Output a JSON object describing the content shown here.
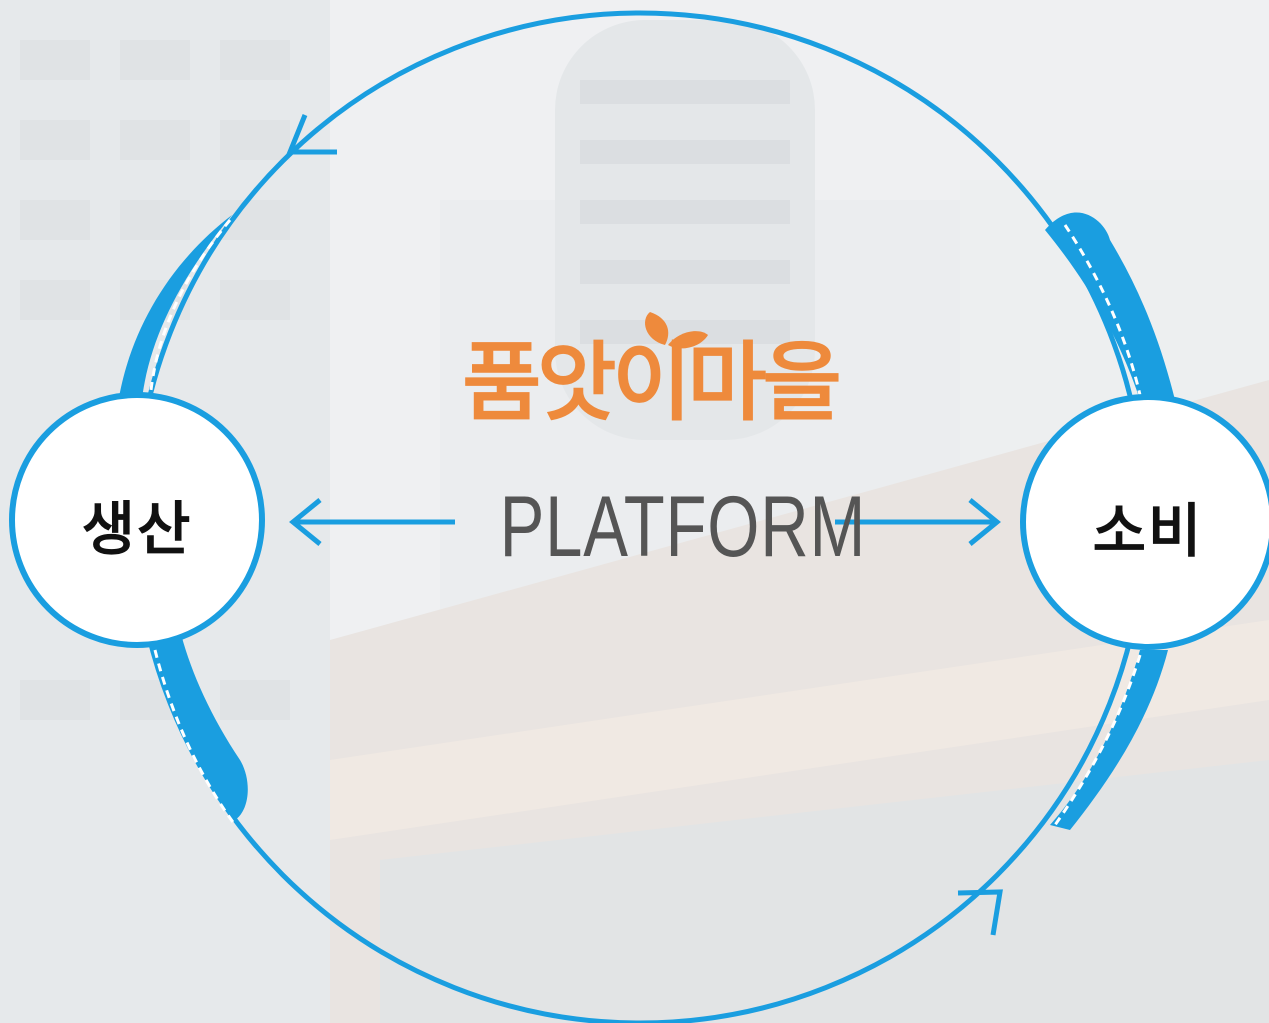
{
  "diagram": {
    "brand_name": "품앗이마을",
    "center_label": "PLATFORM",
    "nodes": {
      "left": "생산",
      "right": "소비"
    }
  },
  "colors": {
    "accent_blue": "#1a9ee0",
    "brand_orange": "#ee8a3c",
    "platform_text": "#555555",
    "node_text": "#111111"
  }
}
